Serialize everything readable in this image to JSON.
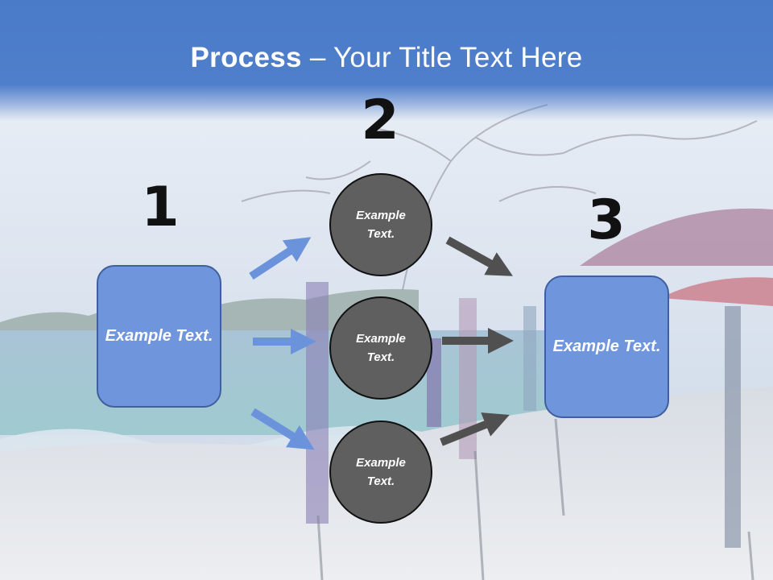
{
  "title": {
    "bold": "Process",
    "dash": " – ",
    "rest": "Your Title Text Here"
  },
  "steps": [
    {
      "number": "1",
      "text": "Example Text."
    },
    {
      "number": "2",
      "text": "Example Text."
    },
    {
      "number": "3",
      "text": "Example Text."
    }
  ],
  "circles": [
    {
      "text": "Example Text."
    },
    {
      "text": "Example Text."
    },
    {
      "text": "Example Text."
    }
  ],
  "colors": {
    "title_band": "#4a7bc8",
    "box_fill": "#6f95dc",
    "box_border": "#3f5f9d",
    "circle_fill": "#5f5f5f",
    "arrow_blue": "#6b93dc",
    "arrow_gray": "#505050"
  },
  "icons": {
    "arrows": "arrow-icon"
  }
}
